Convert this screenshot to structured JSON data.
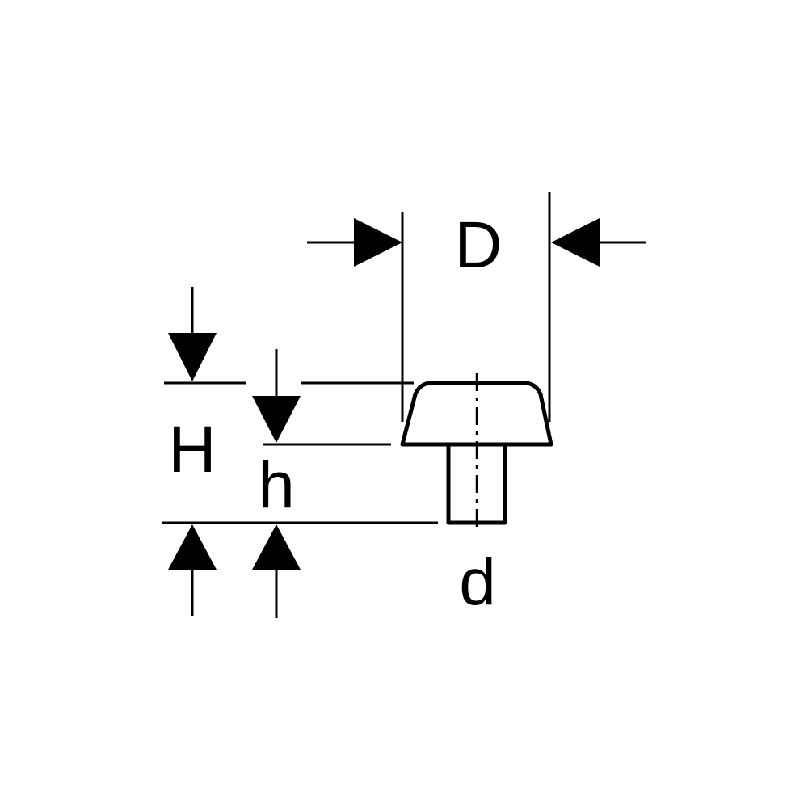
{
  "diagram": {
    "labels": {
      "D": "D",
      "d": "d",
      "H": "H",
      "h": "h"
    },
    "colors": {
      "line": "#000000",
      "background": "#ffffff"
    }
  }
}
